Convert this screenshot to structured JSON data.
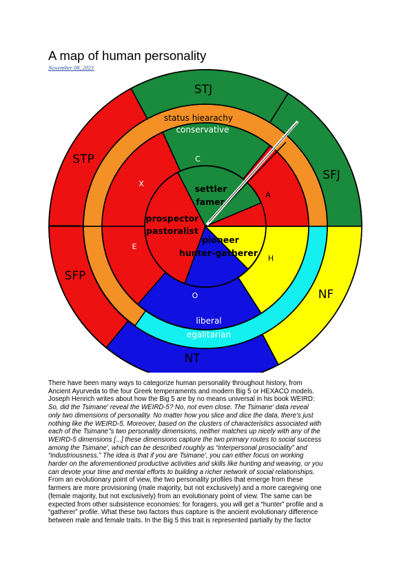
{
  "document": {
    "title": "A map of human personality",
    "date": "November 08, 2021"
  },
  "diagram": {
    "outer_labels": {
      "stj": "STJ",
      "sfj": "SFJ",
      "stp": "STP",
      "sfp": "SFP",
      "nf": "NF",
      "nt": "NT"
    },
    "ring_labels": {
      "status_hierarchy": "status hiearachy",
      "conservative": "conservative",
      "liberal": "liberal",
      "egalitarian": "egalitarian"
    },
    "letters": {
      "c": "C",
      "x": "X",
      "a": "A",
      "e": "E",
      "h": "H",
      "o": "O"
    },
    "core_labels": {
      "settler_1": "settler",
      "settler_2": "famer",
      "prospector_1": "prospector",
      "prospector_2": "pastoralist",
      "pioneer_1": "pioneer",
      "pioneer_2": "hunter-gatherer"
    },
    "colors": {
      "red": "#ee1111",
      "green": "#1a8a3c",
      "blue": "#1010e0",
      "yellow": "#ffff00",
      "orange": "#f39127",
      "cyan": "#14f0f0"
    }
  },
  "article": {
    "lines": [
      "There have been many ways to categorize human personality throughout history, from",
      "Ancient Ayurveda to the four Greek temperaments and modern Big 5 or HEXACO models.",
      "Joseph Henrich writes about how the Big 5 are by no means universal in his book WEIRD:",
      "So, did the Tsimane' reveal the WEIRD-5? No, not even close. The Tsimane' data reveal",
      "only two dimensions of personality. No matter how you slice and dice the data, there's just",
      "nothing like the WEIRD-5. Moreover, based on the clusters of characteristics associated with",
      "each of the Tsimane''s two personality dimensions, neither matches up nicely with any of the",
      "WEIRD-5 dimensions [...] these dimensions capture the two primary routes to social success",
      "among the Tsimane', which can be described roughly as “interpersonal prosociality” and",
      "“industriousness.” The idea is that if you are Tsimane', you can either focus on working",
      "harder on the aforementioned productive activities and skills like hunting and weaving, or you",
      "can devote your time and mental efforts to building a richer network of social relationships.",
      "From an evolutionary point of view, the two personality profiles that emerge from these",
      "farmers are more provisioning (male majority, but not exclusively) and a more caregiving one",
      "(female majority, but not exclusively) from an evolutionary point of view. The same can be",
      "expected from other subsistence economies: for foragers, you will get a “hunter” profile and a",
      "“gatherer” profile. What these two factors thus capture is the ancient evolutionary difference",
      "between male and female traits. In the Big 5 this trait is represented partially by the factor"
    ]
  }
}
